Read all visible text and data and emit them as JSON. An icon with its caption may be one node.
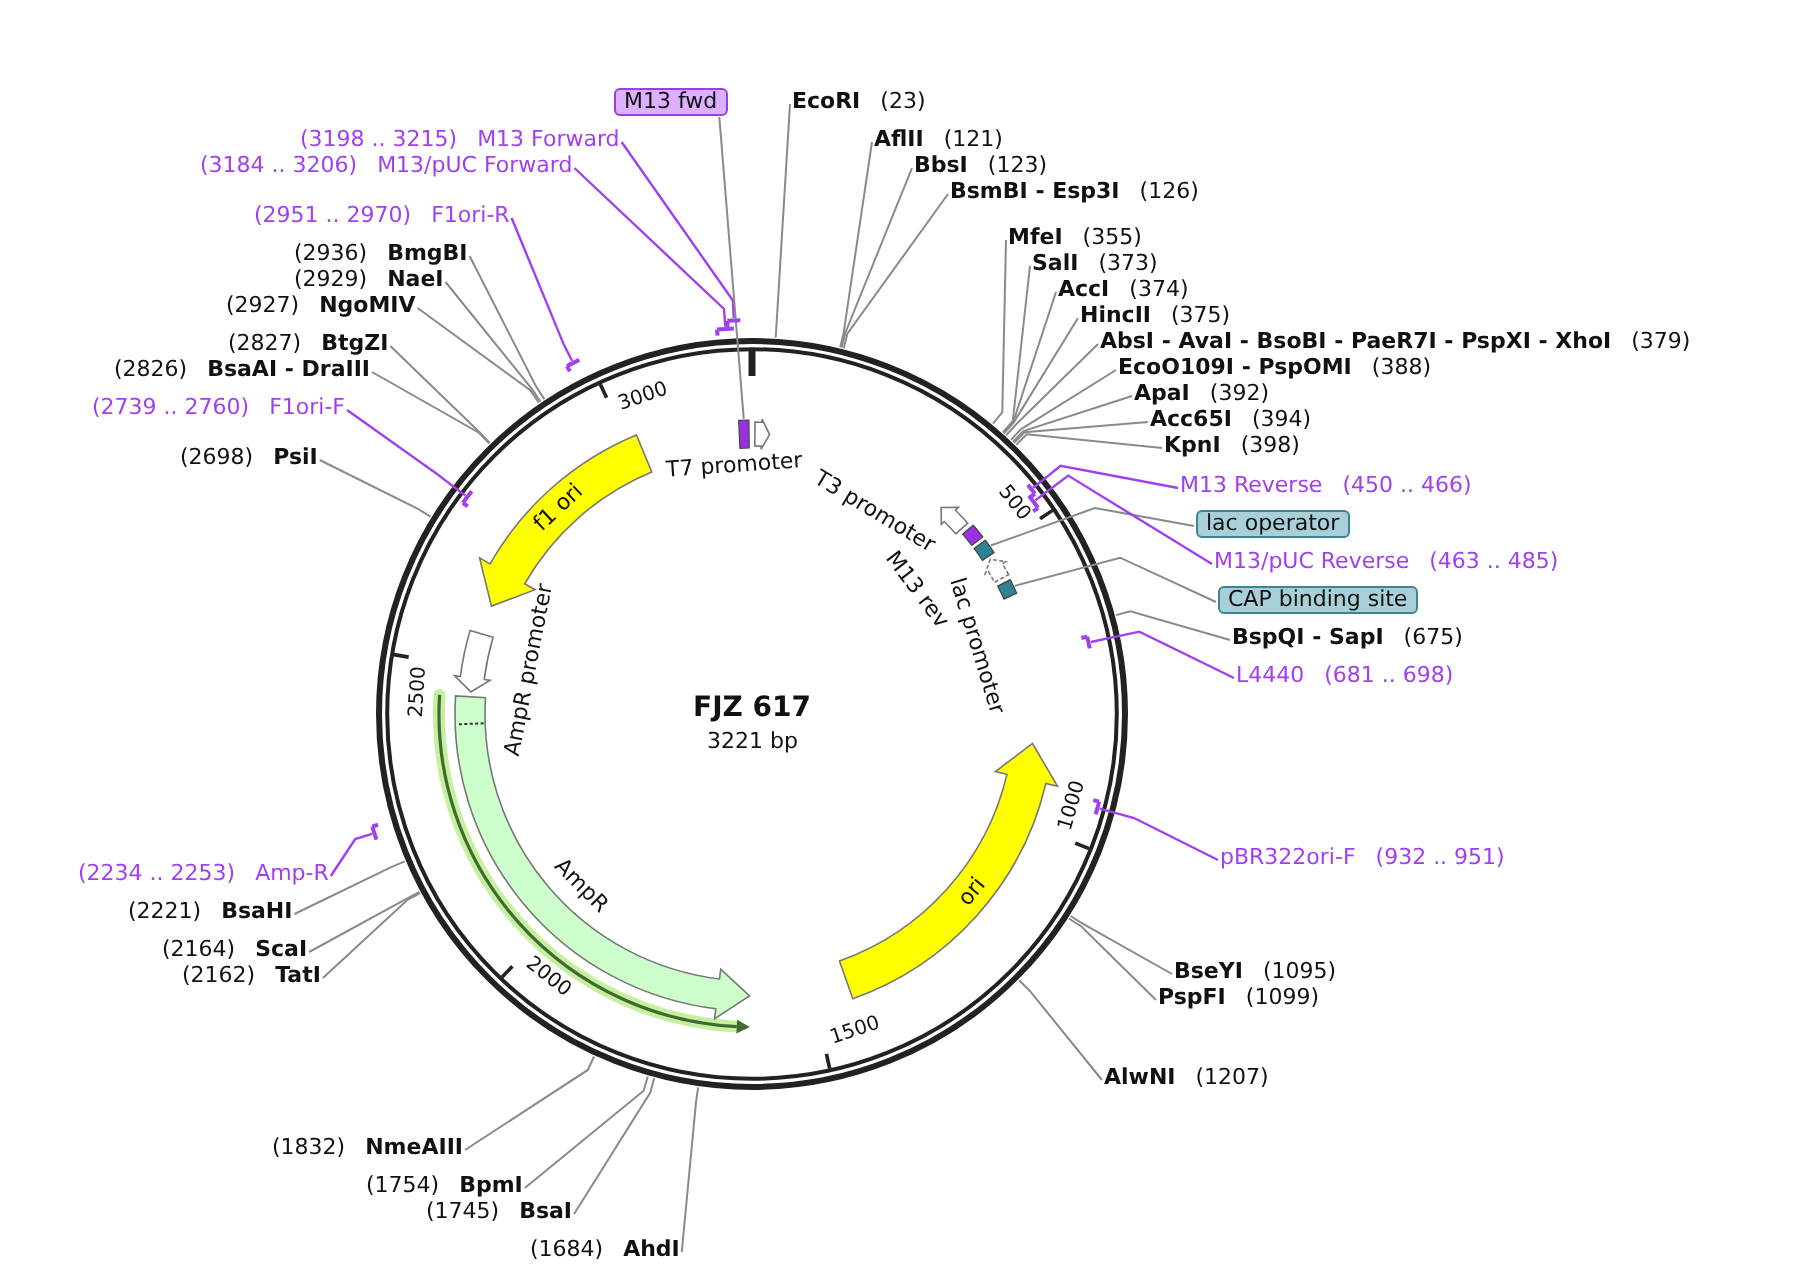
{
  "diagram": {
    "title": "FJZ 617",
    "nodes": [
      {
        "text": [
          "EcoRI",
          "(23)"
        ]
      },
      {
        "text": [
          "AflII",
          "(121)"
        ]
      },
      {
        "text": [
          "BbsI",
          "(123)"
        ]
      },
      {
        "text": [
          "BsmBI - Esp3I",
          "(126)"
        ]
      },
      {
        "text": [
          "MfeI",
          "(355)"
        ]
      },
      {
        "text": [
          "SalI",
          "(373)"
        ]
      },
      {
        "text": [
          "AccI",
          "(374)"
        ]
      },
      {
        "text": [
          "HincII",
          "(375)"
        ]
      },
      {
        "text": [
          "AbsI - AvaI - BsoBI - PaeR7I - PspXI - XhoI",
          "(379)"
        ]
      },
      {
        "text": [
          "EcoO109I - PspOMI",
          "(388)"
        ]
      },
      {
        "text": [
          "ApaI",
          "(392)"
        ]
      },
      {
        "text": [
          "Acc65I",
          "(394)"
        ]
      },
      {
        "text": [
          "KpnI",
          "(398)"
        ]
      },
      {
        "text": [
          "M13 Reverse",
          "(450 .. 466)"
        ]
      },
      {
        "text": [],
        "shape": "bar"
      },
      {
        "text": [
          "lac operator"
        ]
      },
      {
        "text": [],
        "shape": "box"
      },
      {
        "text": [
          "M13/pUC Reverse",
          "(463 .. 485)"
        ]
      },
      {
        "text": [],
        "shape": "bar"
      },
      {
        "text": [
          "CAP binding site"
        ]
      },
      {
        "text": [],
        "shape": "box"
      },
      {
        "text": [
          "BspQI - SapI",
          "(675)"
        ]
      },
      {
        "text": [
          "L4440",
          "(681 .. 698)"
        ]
      },
      {
        "text": [],
        "shape": "bar"
      },
      {
        "text": [
          "pBR322ori-F",
          "(932 .. 951)"
        ]
      },
      {
        "text": [],
        "shape": "bar"
      },
      {
        "text": [
          "BseYI",
          "(1095)"
        ]
      },
      {
        "text": [
          "PspFI",
          "(1099)"
        ]
      },
      {
        "text": [
          "AlwNI",
          "(1207)"
        ]
      },
      {
        "text": [
          "(1684)",
          "AhdI"
        ]
      },
      {
        "text": [
          "(1745)",
          "BsaI"
        ]
      },
      {
        "text": [
          "(1754)",
          "BpmI"
        ]
      },
      {
        "text": [
          "(1832)",
          "NmeAIII"
        ]
      },
      {
        "text": [
          "(2162)",
          "TatI"
        ]
      },
      {
        "text": [
          "(2164)",
          "ScaI"
        ]
      },
      {
        "text": [
          "(2221)",
          "BsaHI"
        ]
      },
      {
        "text": [
          "(2234 .. 2253)",
          "Amp-R"
        ]
      },
      {
        "text": [],
        "shape": "bar"
      },
      {
        "text": [
          "(2698)",
          "PsiI"
        ]
      },
      {
        "text": [
          "(2739 .. 2760)",
          "F1ori-F"
        ]
      },
      {
        "text": [],
        "shape": "bar"
      },
      {
        "text": [
          "(2826)",
          "BsaAI - DraIII"
        ]
      },
      {
        "text": [
          "(2827)",
          "BtgZI"
        ]
      },
      {
        "text": [
          "(2927)",
          "NgoMIV"
        ]
      },
      {
        "text": [
          "(2929)",
          "NaeI"
        ]
      },
      {
        "text": [
          "(2936)",
          "BmgBI"
        ]
      },
      {
        "text": [
          "(2951 .. 2970)",
          "F1ori-R"
        ]
      },
      {
        "text": [],
        "shape": "bar"
      },
      {
        "text": [
          "(3184 .. 3206)",
          "M13/pUC Forward"
        ]
      },
      {
        "text": [],
        "shape": "bar"
      },
      {
        "text": [
          "(3198 .. 3215)",
          "M13 Forward"
        ]
      },
      {
        "text": [],
        "shape": "bar"
      },
      {
        "text": [
          "M13 fwd"
        ]
      },
      {
        "text": [],
        "shape": "box"
      },
      {
        "text": [],
        "shape": "arrow",
        "beside": [
          "T7 promoter"
        ]
      },
      {
        "text": [],
        "shape": "arrow",
        "beside": [
          "T3 promoter"
        ]
      },
      {
        "text": [],
        "shape": "box",
        "beside": [
          "M13 rev"
        ]
      },
      {
        "text": [],
        "shape": "arrow",
        "beside": [
          "lac promoter"
        ]
      },
      {
        "text": [
          "ori"
        ]
      },
      {
        "text": [
          "AmpR"
        ]
      },
      {
        "text": [],
        "shape": "arrow",
        "beside": [
          "AmpR promoter"
        ]
      },
      {
        "text": [
          "f1 ori"
        ]
      }
    ],
    "edges": [
      {
        "from": 0,
        "to": null,
        "arrow": "none"
      },
      {
        "from": 1,
        "to": null,
        "arrow": "none"
      },
      {
        "from": 2,
        "to": null,
        "arrow": "none"
      },
      {
        "from": 3,
        "to": null,
        "arrow": "none"
      },
      {
        "from": 4,
        "to": null,
        "arrow": "none"
      },
      {
        "from": 5,
        "to": null,
        "arrow": "none"
      },
      {
        "from": 6,
        "to": null,
        "arrow": "none"
      },
      {
        "from": 7,
        "to": null,
        "arrow": "none"
      },
      {
        "from": 8,
        "to": null,
        "arrow": "none"
      },
      {
        "from": 9,
        "to": null,
        "arrow": "none"
      },
      {
        "from": 10,
        "to": null,
        "arrow": "none"
      },
      {
        "from": 11,
        "to": null,
        "arrow": "none"
      },
      {
        "from": 12,
        "to": null,
        "arrow": "none"
      },
      {
        "from": 13,
        "to": 14,
        "arrow": "none",
        "color": "#a040f0"
      },
      {
        "from": 15,
        "to": 16,
        "arrow": "none"
      },
      {
        "from": 17,
        "to": 18,
        "arrow": "none",
        "color": "#a040f0"
      },
      {
        "from": 19,
        "to": 20,
        "arrow": "none"
      },
      {
        "from": 21,
        "to": null,
        "arrow": "none"
      },
      {
        "from": 22,
        "to": 23,
        "arrow": "none",
        "color": "#a040f0"
      },
      {
        "from": 24,
        "to": 25,
        "arrow": "none",
        "color": "#a040f0"
      },
      {
        "from": 26,
        "to": null,
        "arrow": "none"
      },
      {
        "from": 27,
        "to": null,
        "arrow": "none"
      },
      {
        "from": 28,
        "to": null,
        "arrow": "none"
      },
      {
        "from": 29,
        "to": null,
        "arrow": "none"
      },
      {
        "from": 30,
        "to": null,
        "arrow": "none"
      },
      {
        "from": 31,
        "to": null,
        "arrow": "none"
      },
      {
        "from": 32,
        "to": null,
        "arrow": "none"
      },
      {
        "from": 33,
        "to": null,
        "arrow": "none"
      },
      {
        "from": 34,
        "to": null,
        "arrow": "none"
      },
      {
        "from": 35,
        "to": null,
        "arrow": "none"
      },
      {
        "from": 36,
        "to": 37,
        "arrow": "none",
        "color": "#a040f0"
      },
      {
        "from": 38,
        "to": null,
        "arrow": "none"
      },
      {
        "from": 39,
        "to": 40,
        "arrow": "none",
        "color": "#a040f0"
      },
      {
        "from": 41,
        "to": null,
        "arrow": "none"
      },
      {
        "from": 42,
        "to": null,
        "arrow": "none"
      },
      {
        "from": 43,
        "to": null,
        "arrow": "none"
      },
      {
        "from": 44,
        "to": null,
        "arrow": "none"
      },
      {
        "from": 45,
        "to": null,
        "arrow": "none"
      },
      {
        "from": 46,
        "to": 47,
        "arrow": "none",
        "color": "#a040f0"
      },
      {
        "from": 48,
        "to": 49,
        "arrow": "none",
        "color": "#a040f0"
      },
      {
        "from": 50,
        "to": 51,
        "arrow": "none",
        "color": "#a040f0"
      },
      {
        "from": 52,
        "to": 53,
        "arrow": "none"
      }
    ],
    "labels": [
      "3221 bp",
      "500",
      "1000",
      "1500",
      "2000",
      "2500",
      "3000"
    ]
  }
}
